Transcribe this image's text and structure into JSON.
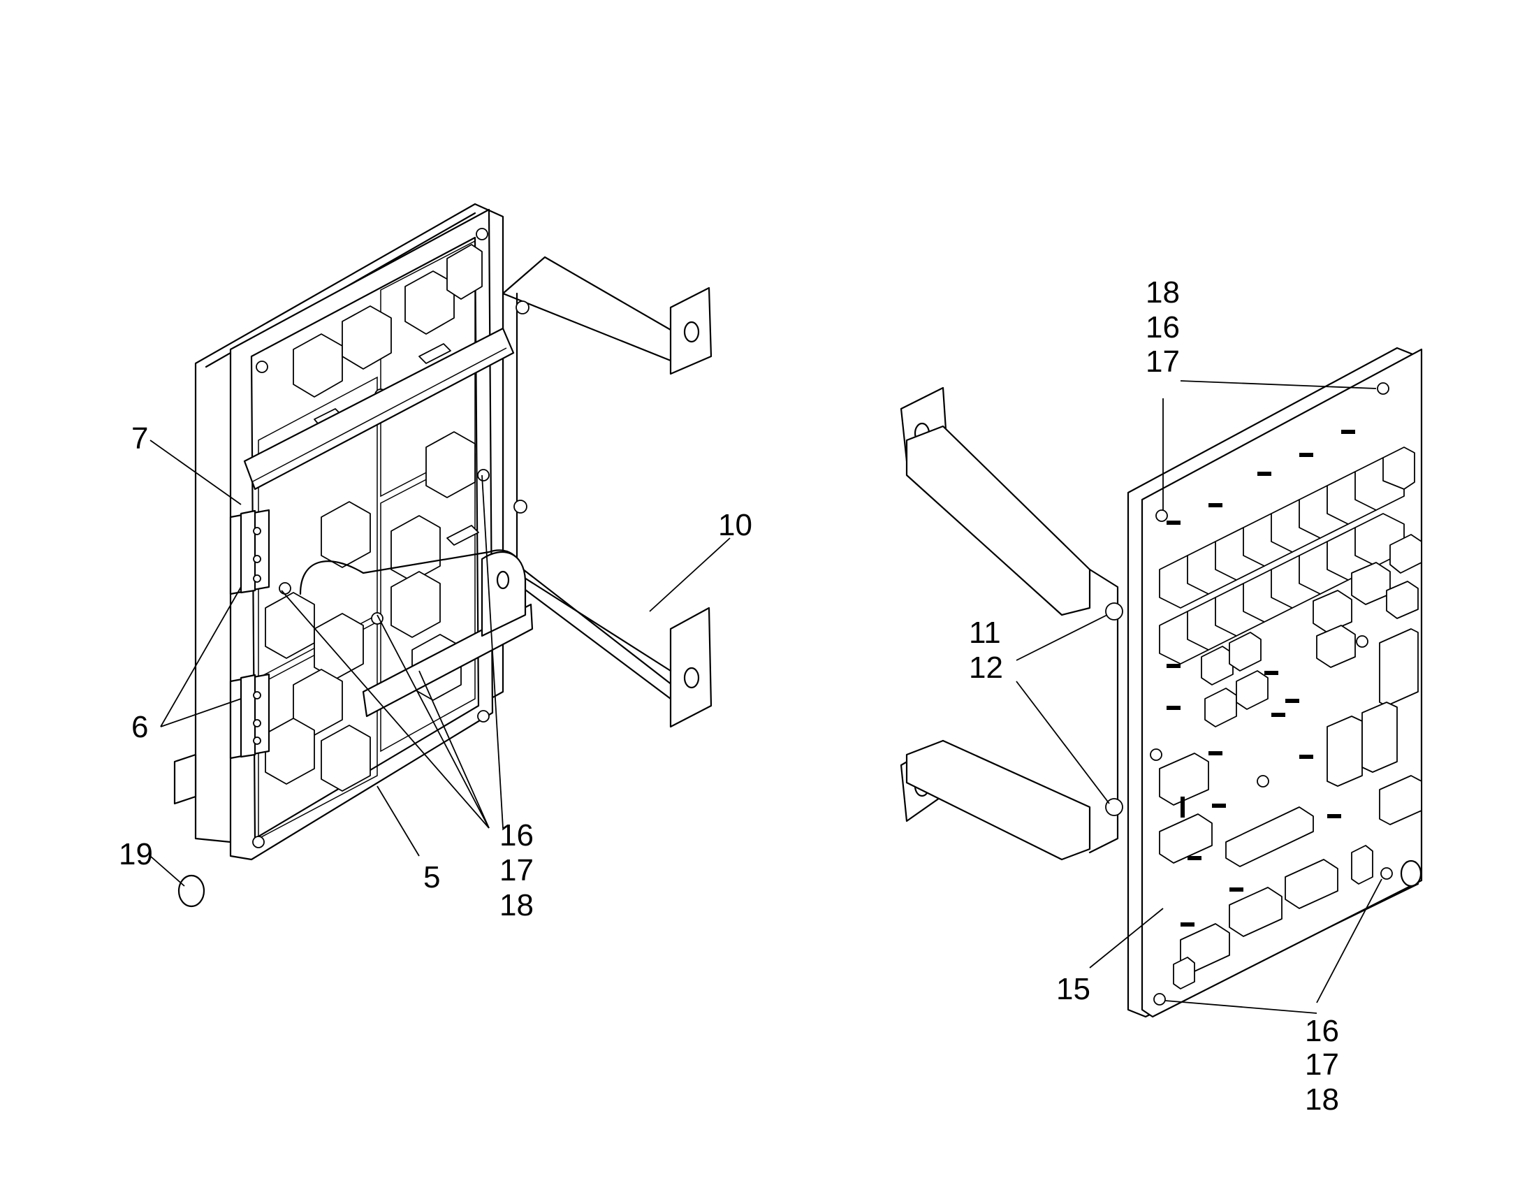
{
  "diagram": {
    "left_assembly": {
      "callouts": {
        "c7": "7",
        "c6": "6",
        "c10": "10",
        "c16": "16",
        "c17": "17",
        "c18": "18",
        "c5": "5",
        "c19": "19"
      }
    },
    "right_assembly": {
      "callouts": {
        "top18": "18",
        "top16": "16",
        "top17": "17",
        "c11": "11",
        "c12": "12",
        "c15": "15",
        "bot16": "16",
        "bot17": "17",
        "bot18": "18"
      }
    }
  }
}
